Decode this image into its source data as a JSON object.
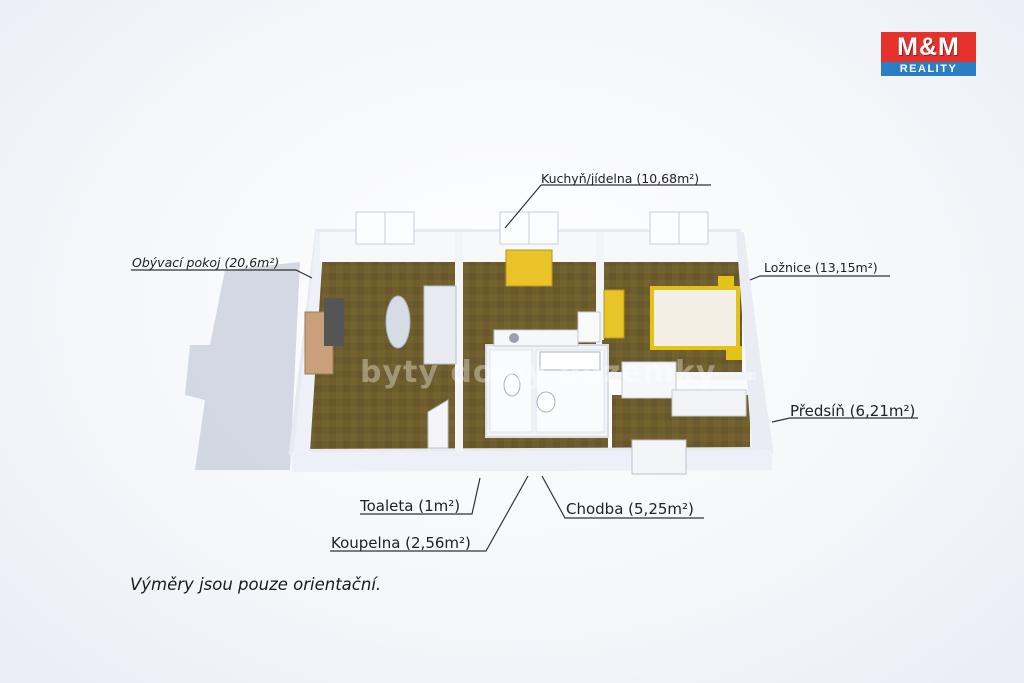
{
  "logo": {
    "top": "M&M",
    "bottom": "REALITY",
    "colors": {
      "red": "#e4312b",
      "blue": "#2a7ec3"
    }
  },
  "watermark": "byty domy pozemky",
  "rooms": {
    "kitchen": "Kuchyň/jídelna (10,68m²)",
    "living": "Obývací pokoj (20,6m²)",
    "bedroom": "Ložnice (13,15m²)",
    "hall": "Předsíň (6,21m²)",
    "toilet": "Toaleta (1m²)",
    "corridor": "Chodba (5,25m²)",
    "bathroom": "Koupelna (2,56m²)"
  },
  "note": "Výměry jsou pouze orientační.",
  "colors": {
    "floor": "#6b5a2b",
    "wall": "#f2f4f8",
    "bed": "#e3c21a"
  }
}
